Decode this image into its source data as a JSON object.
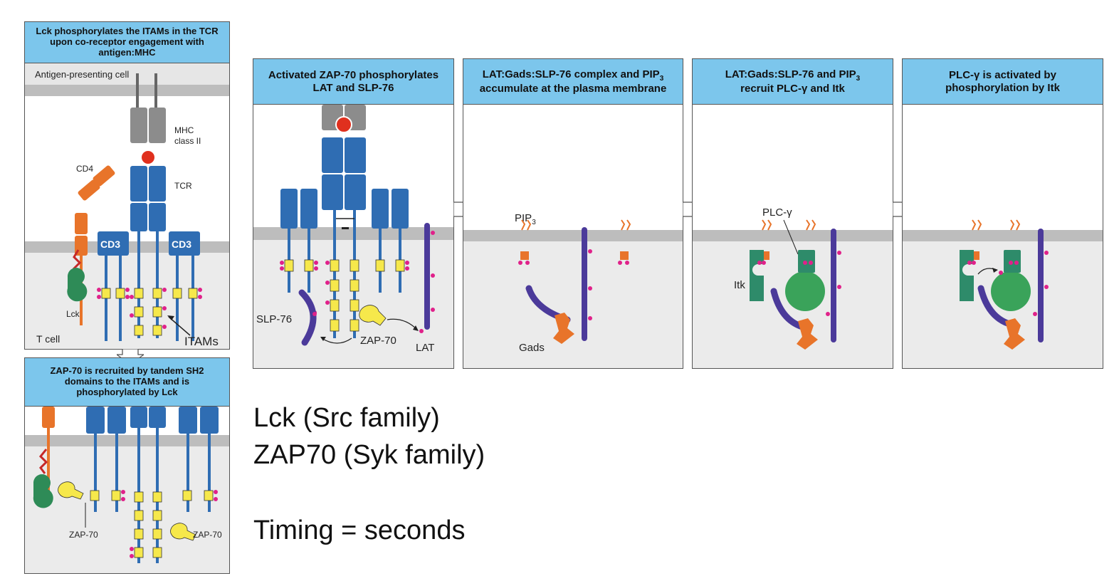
{
  "panels": {
    "p1": {
      "title": "Lck phosphorylates the ITAMs in the TCR upon co-receptor engagement with antigen:MHC",
      "apc_label": "Antigen-presenting cell",
      "mhc_label_1": "MHC",
      "mhc_label_2": "class II",
      "cd4_label": "CD4",
      "tcr_label": "TCR",
      "cd3_left": "CD3",
      "cd3_right": "CD3",
      "lck_label": "Lck",
      "tcell_label": "T cell",
      "itams_label": "ITAMs"
    },
    "p2": {
      "title": "ZAP-70 is recruited by tandem SH2 domains to the ITAMs and is phosphorylated by Lck",
      "zap_left": "ZAP-70",
      "zap_right": "ZAP-70"
    },
    "p3": {
      "title": "Activated ZAP-70 phosphorylates LAT and SLP-76",
      "slp76_label": "SLP-76",
      "zap_label": "ZAP-70",
      "lat_label": "LAT"
    },
    "p4": {
      "title_main": "LAT:Gads:SLP-76 complex and PIP",
      "title_sub": "3",
      "title_tail": "accumulate at the plasma membrane",
      "pip_label": "PIP",
      "pip_sub": "3",
      "gads_label": "Gads"
    },
    "p5": {
      "title_main": "LAT:Gads:SLP-76 and PIP",
      "title_sub": "3",
      "title_tail": "recruit PLC-γ and Itk",
      "plc_label": "PLC-γ",
      "itk_label": "Itk"
    },
    "p6": {
      "title": "PLC-γ is activated by phosphorylation by Itk"
    }
  },
  "notes": {
    "line1": "Lck (Src family)",
    "line2": "ZAP70 (Syk family)",
    "line3": "Timing = seconds"
  },
  "colors": {
    "header": "#7cc6ec",
    "membrane": "#cfcfcf",
    "cell_interior": "#ebebeb",
    "tcr_blue": "#2f6db3",
    "mhc_grey": "#8c8c8c",
    "antigen_red": "#e0301e",
    "cd4_orange": "#e8742a",
    "lck_green": "#2e8b57",
    "zap_yellow": "#f6e84b",
    "lat_purple": "#4b3a9a",
    "phospho_pink": "#e0218a",
    "plc_green": "#3aa35a"
  }
}
